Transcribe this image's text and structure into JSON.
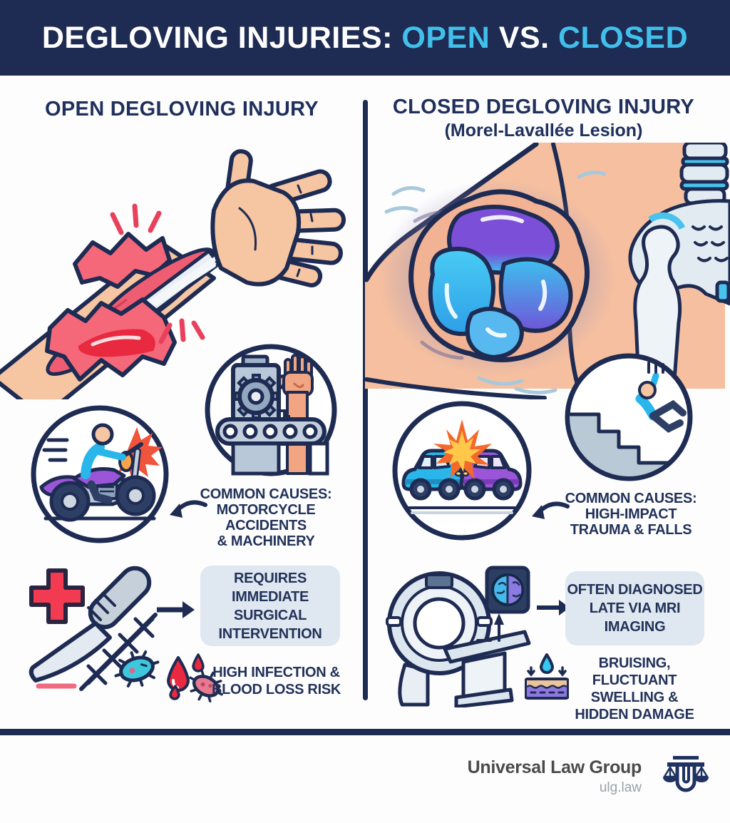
{
  "header": {
    "title_prefix": "DEGLOVING INJURIES:",
    "title_open": "OPEN",
    "title_vs": "VS.",
    "title_closed": "CLOSED"
  },
  "left_column": {
    "title": "OPEN DEGLOVING INJURY",
    "causes_lines": [
      "COMMON CAUSES:",
      "MOTORCYCLE",
      "ACCIDENTS",
      "& MACHINERY"
    ],
    "surgery_box_lines": [
      "REQUIRES",
      "IMMEDIATE",
      "SURGICAL",
      "INTERVENTION"
    ],
    "risk_lines": [
      "HIGH INFECTION &",
      "BLOOD LOSS RISK"
    ]
  },
  "right_column": {
    "title": "CLOSED DEGLOVING INJURY",
    "subtitle": "(Morel-Lavallée Lesion)",
    "causes_lines": [
      "COMMON CAUSES:",
      "HIGH-IMPACT",
      "TRAUMA & FALLS"
    ],
    "mri_box_lines": [
      "OFTEN DIAGNOSED",
      "LATE VIA MRI",
      "IMAGING"
    ],
    "risk_lines": [
      "BRUISING, FLUCTUANT",
      "SWELLING &",
      "HIDDEN DAMAGE"
    ]
  },
  "footer": {
    "brand": "Universal Law Group",
    "domain": "ulg.law"
  },
  "icons": [
    "degloved-hand-illustration",
    "hip-lesion-illustration",
    "motorcycle-accident-icon",
    "machinery-icon",
    "car-crash-icon",
    "stair-fall-icon",
    "medical-cross-icon",
    "scalpel-icon",
    "sutures-icon",
    "bacteria-icon",
    "blood-drops-icon",
    "arrow-icon",
    "mri-scanner-icon",
    "brain-scan-icon",
    "skin-layers-icon",
    "scales-of-justice-logo"
  ],
  "colors": {
    "header_bg": "#1e2b52",
    "accent_cyan": "#41c0ec",
    "navy": "#1e2b52",
    "box_bg": "#dfe8f0",
    "alert_red": "#ef3b50",
    "skin": "#f6c0a0",
    "muscle_red": "#ee5d72",
    "lesion_cyan": "#38c5f1",
    "lesion_purple": "#7b4fd8",
    "bone": "#e3ebf2",
    "footer_text": "#4a4a4d",
    "footer_domain": "#9ba1a8"
  }
}
